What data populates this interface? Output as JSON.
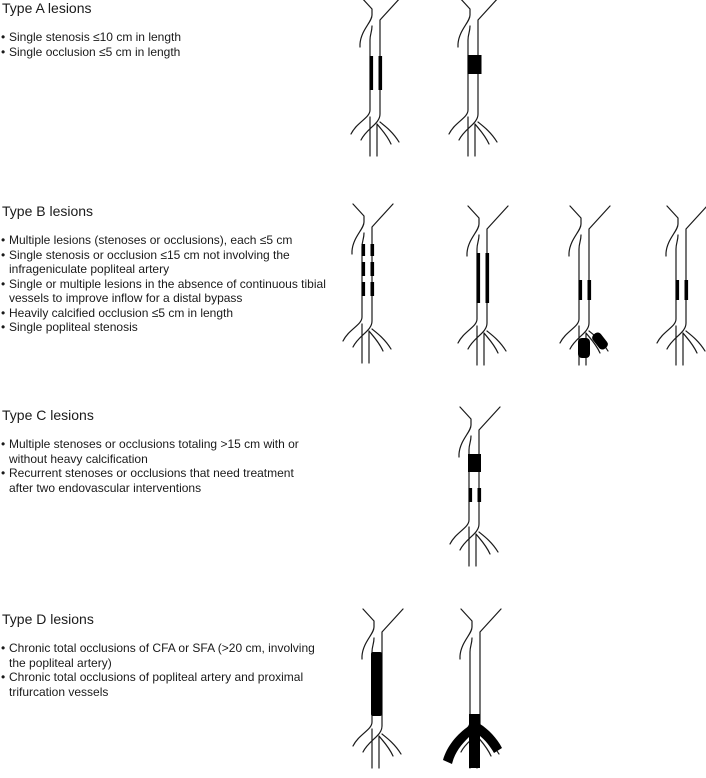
{
  "sections": [
    {
      "title": "Type A lesions",
      "items": [
        "Single stenosis ≤10 cm in length",
        "Single occlusion ≤5 cm in length"
      ]
    },
    {
      "title": "Type B lesions",
      "items": [
        "Multiple lesions (stenoses or occlusions), each ≤5 cm",
        "Single stenosis or occlusion ≤15 cm not involving the infrageniculate popliteal artery",
        "Single or multiple lesions in the absence of continuous tibial vessels to improve inflow for a distal bypass",
        "Heavily calcified occlusion ≤5 cm in length",
        "Single popliteal stenosis"
      ]
    },
    {
      "title": "Type C lesions",
      "items": [
        "Multiple stenoses or occlusions totaling >15 cm with or without heavy calcification",
        "Recurrent stenoses or occlusions that need treatment after two endovascular interventions"
      ]
    },
    {
      "title": "Type D lesions",
      "items": [
        "Chronic total occlusions of CFA or SFA (>20 cm, involving the popliteal artery)",
        "Chronic total occlusions of popliteal artery and proximal trifurcation vessels"
      ]
    }
  ]
}
